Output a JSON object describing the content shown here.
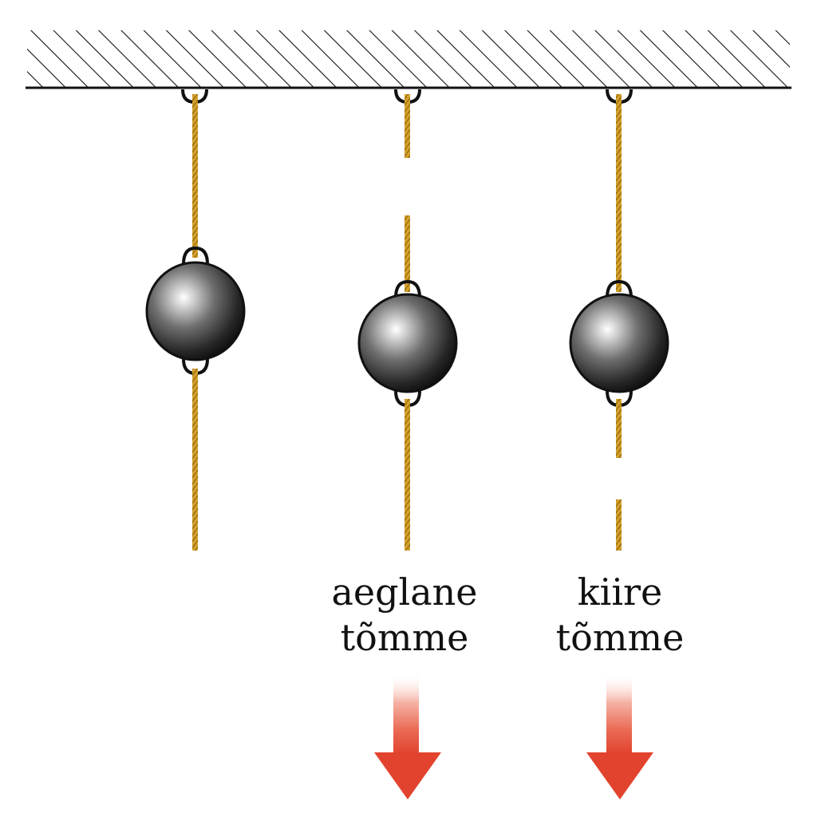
{
  "diagram": {
    "labels": {
      "slow_pull_line1": "aeglane",
      "slow_pull_line2": "tõmme",
      "fast_pull_line1": "kiire",
      "fast_pull_line2": "tõmme"
    },
    "colors": {
      "string": "#c8961e",
      "string_dark": "#8a6410",
      "ceiling_hatch": "#111111",
      "ball_dark": "#0e0e0e",
      "ball_light": "#ffffff",
      "arrow": "#e2432e"
    },
    "icons": {
      "ceiling": "hatched-ceiling",
      "ball": "metal-ball",
      "force": "down-arrow"
    }
  }
}
